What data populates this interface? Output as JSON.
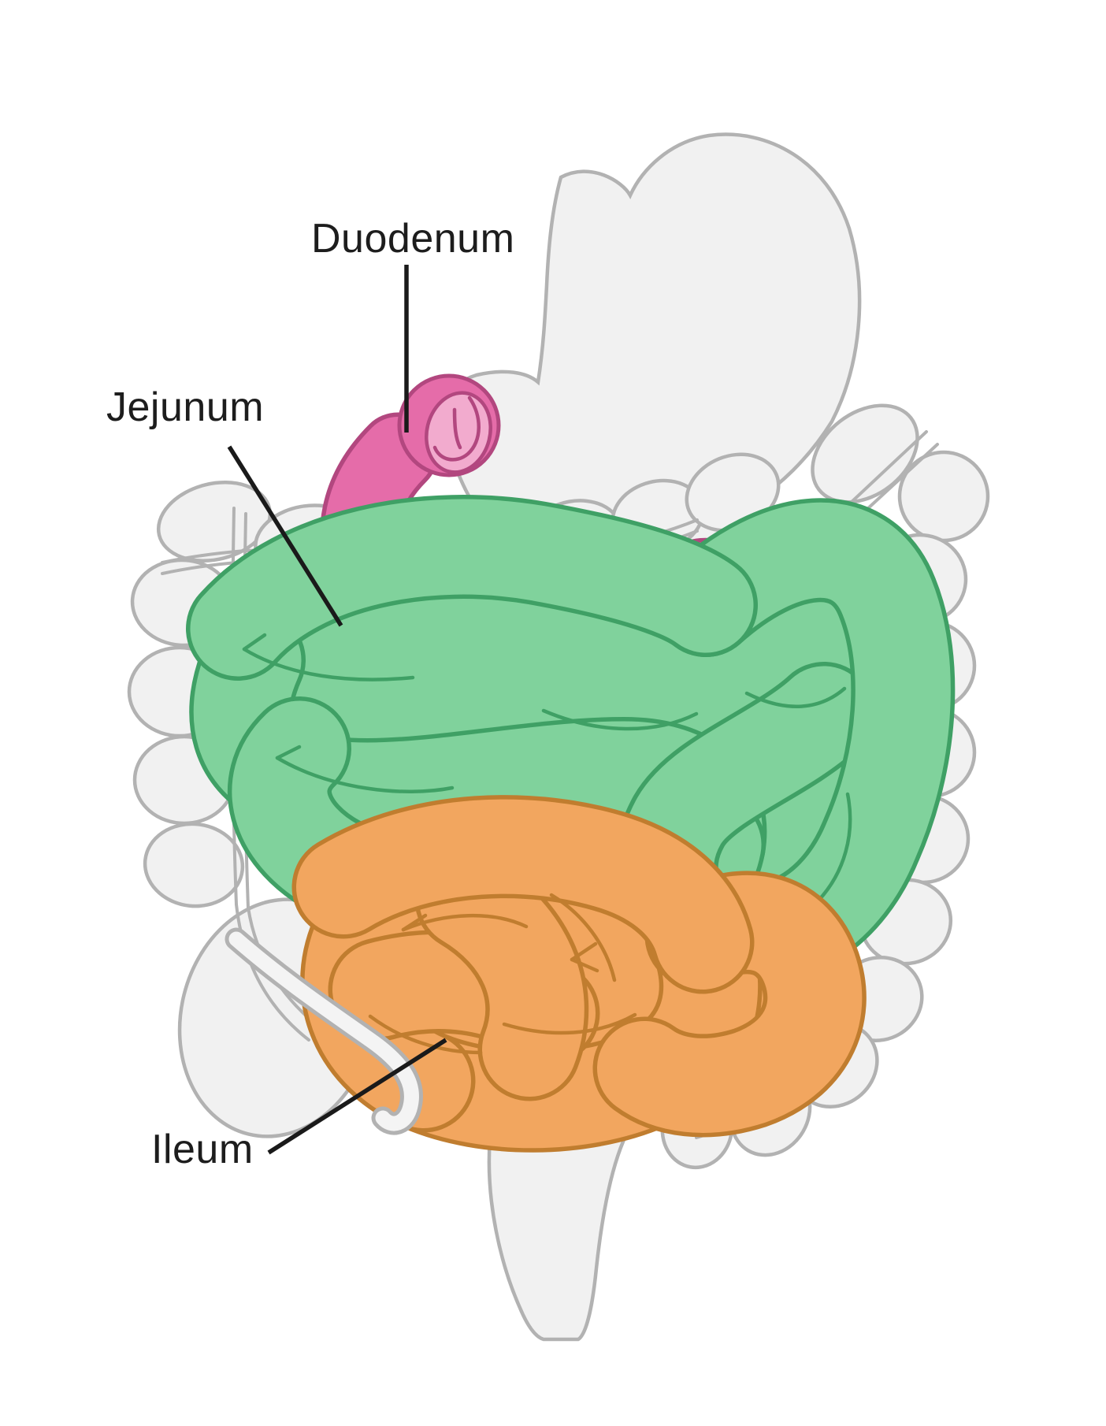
{
  "labels": {
    "duodenum": "Duodenum",
    "jejunum": "Jejunum",
    "ileum": "Ileum"
  },
  "colors": {
    "canvas_bg": "#ffffff",
    "organ_fill": "#f1f1f1",
    "organ_outline": "#b2b2b2",
    "duodenum_fill": "#e56ca9",
    "duodenum_outline": "#b2477f",
    "duodenum_inner": "#f2abce",
    "jejunum_fill": "#80d29c",
    "jejunum_outline": "#3fa065",
    "ileum_fill": "#f2a65f",
    "ileum_outline": "#c07d2f",
    "label_text": "#1d1d1d",
    "leader_line": "#1a1a1a"
  },
  "unlabeled_parts": [
    "stomach",
    "large-intestine",
    "cecum",
    "appendix",
    "rectum"
  ]
}
